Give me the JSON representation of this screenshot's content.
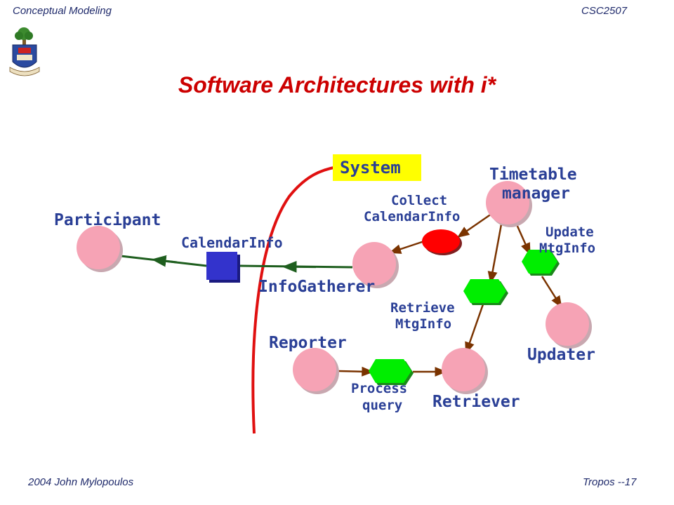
{
  "header": {
    "left": "Conceptual Modeling",
    "right": "CSC2507"
  },
  "footer": {
    "left": "2004 John Mylopoulos",
    "right": "Tropos --17"
  },
  "title": "Software Architectures with i*",
  "colors": {
    "title": "#cc0000",
    "header_text": "#1f2a6b",
    "boundary": "#e01010",
    "system_box": "#ffff00",
    "actor": "#f6a3b5",
    "goal": "#ff0000",
    "task": "#00ee00",
    "resource": "#3333cc",
    "label": "#2a3f96",
    "link_green": "#1e5e1e",
    "link_brown": "#7a3300"
  },
  "diagram": {
    "boundary_label": "System",
    "actors": {
      "participant": "Participant",
      "info_gatherer": "InfoGatherer",
      "timetable_manager": "Timetable manager",
      "reporter": "Reporter",
      "retriever": "Retriever",
      "updater": "Updater"
    },
    "resource": "CalendarInfo",
    "goal": "Collect CalendarInfo",
    "tasks": {
      "update": "Update MtgInfo",
      "retrieve": "Retrieve MtgInfo",
      "process": "Process query"
    }
  }
}
